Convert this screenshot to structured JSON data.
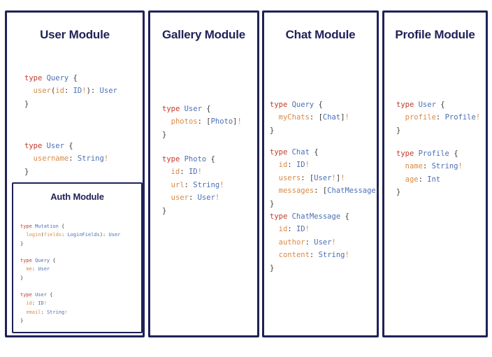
{
  "theme": {
    "background": "#ffffff",
    "panel_border": "#1f2157",
    "heading_color": "#1f2157",
    "code_default": "#3c3c3c",
    "keyword_color": "#c0392b",
    "typename_color": "#4a6fb5",
    "field_color": "#d98a48"
  },
  "panels": [
    {
      "id": "user-module",
      "title": "User Module",
      "blocks": [
        {
          "lines": [
            [
              {
                "t": "type ",
                "c": "kw"
              },
              {
                "t": "Query",
                "c": "tn"
              },
              {
                "t": " {",
                "c": "pun"
              }
            ],
            [
              {
                "t": "  ",
                "c": "pun"
              },
              {
                "t": "user",
                "c": "fld"
              },
              {
                "t": "(",
                "c": "pun"
              },
              {
                "t": "id",
                "c": "fld"
              },
              {
                "t": ": ",
                "c": "pun"
              },
              {
                "t": "ID",
                "c": "tn"
              },
              {
                "t": "!",
                "c": "bang"
              },
              {
                "t": "): ",
                "c": "pun"
              },
              {
                "t": "User",
                "c": "tn"
              }
            ],
            [
              {
                "t": "}",
                "c": "pun"
              }
            ]
          ]
        },
        {
          "lines": [
            [
              {
                "t": "type ",
                "c": "kw"
              },
              {
                "t": "User",
                "c": "tn"
              },
              {
                "t": " {",
                "c": "pun"
              }
            ],
            [
              {
                "t": "  ",
                "c": "pun"
              },
              {
                "t": "username",
                "c": "fld"
              },
              {
                "t": ": ",
                "c": "pun"
              },
              {
                "t": "String",
                "c": "tn"
              },
              {
                "t": "!",
                "c": "bang"
              }
            ],
            [
              {
                "t": "}",
                "c": "pun"
              }
            ]
          ]
        }
      ],
      "nested": {
        "id": "auth-module",
        "title": "Auth Module",
        "blocks": [
          {
            "lines": [
              [
                {
                  "t": "type ",
                  "c": "kw"
                },
                {
                  "t": "Mutation",
                  "c": "tn"
                },
                {
                  "t": " {",
                  "c": "pun"
                }
              ],
              [
                {
                  "t": "  ",
                  "c": "pun"
                },
                {
                  "t": "login",
                  "c": "fld"
                },
                {
                  "t": "(",
                  "c": "pun"
                },
                {
                  "t": "fields",
                  "c": "fld"
                },
                {
                  "t": ": ",
                  "c": "pun"
                },
                {
                  "t": "LoginFields",
                  "c": "tn"
                },
                {
                  "t": "): ",
                  "c": "pun"
                },
                {
                  "t": "User",
                  "c": "tn"
                }
              ],
              [
                {
                  "t": "}",
                  "c": "pun"
                }
              ]
            ]
          },
          {
            "lines": [
              [
                {
                  "t": "type ",
                  "c": "kw"
                },
                {
                  "t": "Query",
                  "c": "tn"
                },
                {
                  "t": " {",
                  "c": "pun"
                }
              ],
              [
                {
                  "t": "  ",
                  "c": "pun"
                },
                {
                  "t": "me",
                  "c": "fld"
                },
                {
                  "t": ": ",
                  "c": "pun"
                },
                {
                  "t": "User",
                  "c": "tn"
                }
              ],
              [
                {
                  "t": "}",
                  "c": "pun"
                }
              ]
            ]
          },
          {
            "lines": [
              [
                {
                  "t": "type ",
                  "c": "kw"
                },
                {
                  "t": "User",
                  "c": "tn"
                },
                {
                  "t": " {",
                  "c": "pun"
                }
              ],
              [
                {
                  "t": "  ",
                  "c": "pun"
                },
                {
                  "t": "id",
                  "c": "fld"
                },
                {
                  "t": ": ",
                  "c": "pun"
                },
                {
                  "t": "ID",
                  "c": "tn"
                },
                {
                  "t": "!",
                  "c": "bang"
                }
              ],
              [
                {
                  "t": "  ",
                  "c": "pun"
                },
                {
                  "t": "email",
                  "c": "fld"
                },
                {
                  "t": ": ",
                  "c": "pun"
                },
                {
                  "t": "String",
                  "c": "tn"
                },
                {
                  "t": "!",
                  "c": "bang"
                }
              ],
              [
                {
                  "t": "}",
                  "c": "pun"
                }
              ]
            ]
          }
        ]
      }
    },
    {
      "id": "gallery-module",
      "title": "Gallery Module",
      "blocks": [
        {
          "lines": [
            [
              {
                "t": "type ",
                "c": "kw"
              },
              {
                "t": "User",
                "c": "tn"
              },
              {
                "t": " {",
                "c": "pun"
              }
            ],
            [
              {
                "t": "  ",
                "c": "pun"
              },
              {
                "t": "photos",
                "c": "fld"
              },
              {
                "t": ": [",
                "c": "pun"
              },
              {
                "t": "Photo",
                "c": "tn"
              },
              {
                "t": "]",
                "c": "pun"
              },
              {
                "t": "!",
                "c": "bang"
              }
            ],
            [
              {
                "t": "}",
                "c": "pun"
              }
            ]
          ]
        },
        {
          "lines": [
            [
              {
                "t": "type ",
                "c": "kw"
              },
              {
                "t": "Photo",
                "c": "tn"
              },
              {
                "t": " {",
                "c": "pun"
              }
            ],
            [
              {
                "t": "  ",
                "c": "pun"
              },
              {
                "t": "id",
                "c": "fld"
              },
              {
                "t": ": ",
                "c": "pun"
              },
              {
                "t": "ID",
                "c": "tn"
              },
              {
                "t": "!",
                "c": "bang"
              }
            ],
            [
              {
                "t": "  ",
                "c": "pun"
              },
              {
                "t": "url",
                "c": "fld"
              },
              {
                "t": ": ",
                "c": "pun"
              },
              {
                "t": "String",
                "c": "tn"
              },
              {
                "t": "!",
                "c": "bang"
              }
            ],
            [
              {
                "t": "  ",
                "c": "pun"
              },
              {
                "t": "user",
                "c": "fld"
              },
              {
                "t": ": ",
                "c": "pun"
              },
              {
                "t": "User",
                "c": "tn"
              },
              {
                "t": "!",
                "c": "bang"
              }
            ],
            [
              {
                "t": "}",
                "c": "pun"
              }
            ]
          ]
        }
      ]
    },
    {
      "id": "chat-module",
      "title": "Chat Module",
      "blocks": [
        {
          "lines": [
            [
              {
                "t": "type ",
                "c": "kw"
              },
              {
                "t": "Query",
                "c": "tn"
              },
              {
                "t": " {",
                "c": "pun"
              }
            ],
            [
              {
                "t": "  ",
                "c": "pun"
              },
              {
                "t": "myChats",
                "c": "fld"
              },
              {
                "t": ": [",
                "c": "pun"
              },
              {
                "t": "Chat",
                "c": "tn"
              },
              {
                "t": "]",
                "c": "pun"
              },
              {
                "t": "!",
                "c": "bang"
              }
            ],
            [
              {
                "t": "}",
                "c": "pun"
              }
            ]
          ]
        },
        {
          "lines": [
            [
              {
                "t": "type ",
                "c": "kw"
              },
              {
                "t": "Chat",
                "c": "tn"
              },
              {
                "t": " {",
                "c": "pun"
              }
            ],
            [
              {
                "t": "  ",
                "c": "pun"
              },
              {
                "t": "id",
                "c": "fld"
              },
              {
                "t": ": ",
                "c": "pun"
              },
              {
                "t": "ID",
                "c": "tn"
              },
              {
                "t": "!",
                "c": "bang"
              }
            ],
            [
              {
                "t": "  ",
                "c": "pun"
              },
              {
                "t": "users",
                "c": "fld"
              },
              {
                "t": ": [",
                "c": "pun"
              },
              {
                "t": "User",
                "c": "tn"
              },
              {
                "t": "!",
                "c": "bang"
              },
              {
                "t": "]",
                "c": "pun"
              },
              {
                "t": "!",
                "c": "bang"
              }
            ],
            [
              {
                "t": "  ",
                "c": "pun"
              },
              {
                "t": "messages",
                "c": "fld"
              },
              {
                "t": ": [",
                "c": "pun"
              },
              {
                "t": "ChatMessage",
                "c": "tn"
              },
              {
                "t": "]",
                "c": "pun"
              },
              {
                "t": "!",
                "c": "bang"
              }
            ],
            [
              {
                "t": "}",
                "c": "pun"
              }
            ]
          ]
        },
        {
          "lines": [
            [
              {
                "t": "type ",
                "c": "kw"
              },
              {
                "t": "ChatMessage",
                "c": "tn"
              },
              {
                "t": " {",
                "c": "pun"
              }
            ],
            [
              {
                "t": "  ",
                "c": "pun"
              },
              {
                "t": "id",
                "c": "fld"
              },
              {
                "t": ": ",
                "c": "pun"
              },
              {
                "t": "ID",
                "c": "tn"
              },
              {
                "t": "!",
                "c": "bang"
              }
            ],
            [
              {
                "t": "  ",
                "c": "pun"
              },
              {
                "t": "author",
                "c": "fld"
              },
              {
                "t": ": ",
                "c": "pun"
              },
              {
                "t": "User",
                "c": "tn"
              },
              {
                "t": "!",
                "c": "bang"
              }
            ],
            [
              {
                "t": "  ",
                "c": "pun"
              },
              {
                "t": "content",
                "c": "fld"
              },
              {
                "t": ": ",
                "c": "pun"
              },
              {
                "t": "String",
                "c": "tn"
              },
              {
                "t": "!",
                "c": "bang"
              }
            ],
            [
              {
                "t": "}",
                "c": "pun"
              }
            ]
          ]
        }
      ]
    },
    {
      "id": "profile-module",
      "title": "Profile Module",
      "blocks": [
        {
          "lines": [
            [
              {
                "t": "type ",
                "c": "kw"
              },
              {
                "t": "User",
                "c": "tn"
              },
              {
                "t": " {",
                "c": "pun"
              }
            ],
            [
              {
                "t": "  ",
                "c": "pun"
              },
              {
                "t": "profile",
                "c": "fld"
              },
              {
                "t": ": ",
                "c": "pun"
              },
              {
                "t": "Profile",
                "c": "tn"
              },
              {
                "t": "!",
                "c": "bang"
              }
            ],
            [
              {
                "t": "}",
                "c": "pun"
              }
            ]
          ]
        },
        {
          "lines": [
            [
              {
                "t": "type ",
                "c": "kw"
              },
              {
                "t": "Profile",
                "c": "tn"
              },
              {
                "t": " {",
                "c": "pun"
              }
            ],
            [
              {
                "t": "  ",
                "c": "pun"
              },
              {
                "t": "name",
                "c": "fld"
              },
              {
                "t": ": ",
                "c": "pun"
              },
              {
                "t": "String",
                "c": "tn"
              },
              {
                "t": "!",
                "c": "bang"
              }
            ],
            [
              {
                "t": "  ",
                "c": "pun"
              },
              {
                "t": "age",
                "c": "fld"
              },
              {
                "t": ": ",
                "c": "pun"
              },
              {
                "t": "Int",
                "c": "tn"
              }
            ],
            [
              {
                "t": "}",
                "c": "pun"
              }
            ]
          ]
        }
      ]
    }
  ]
}
